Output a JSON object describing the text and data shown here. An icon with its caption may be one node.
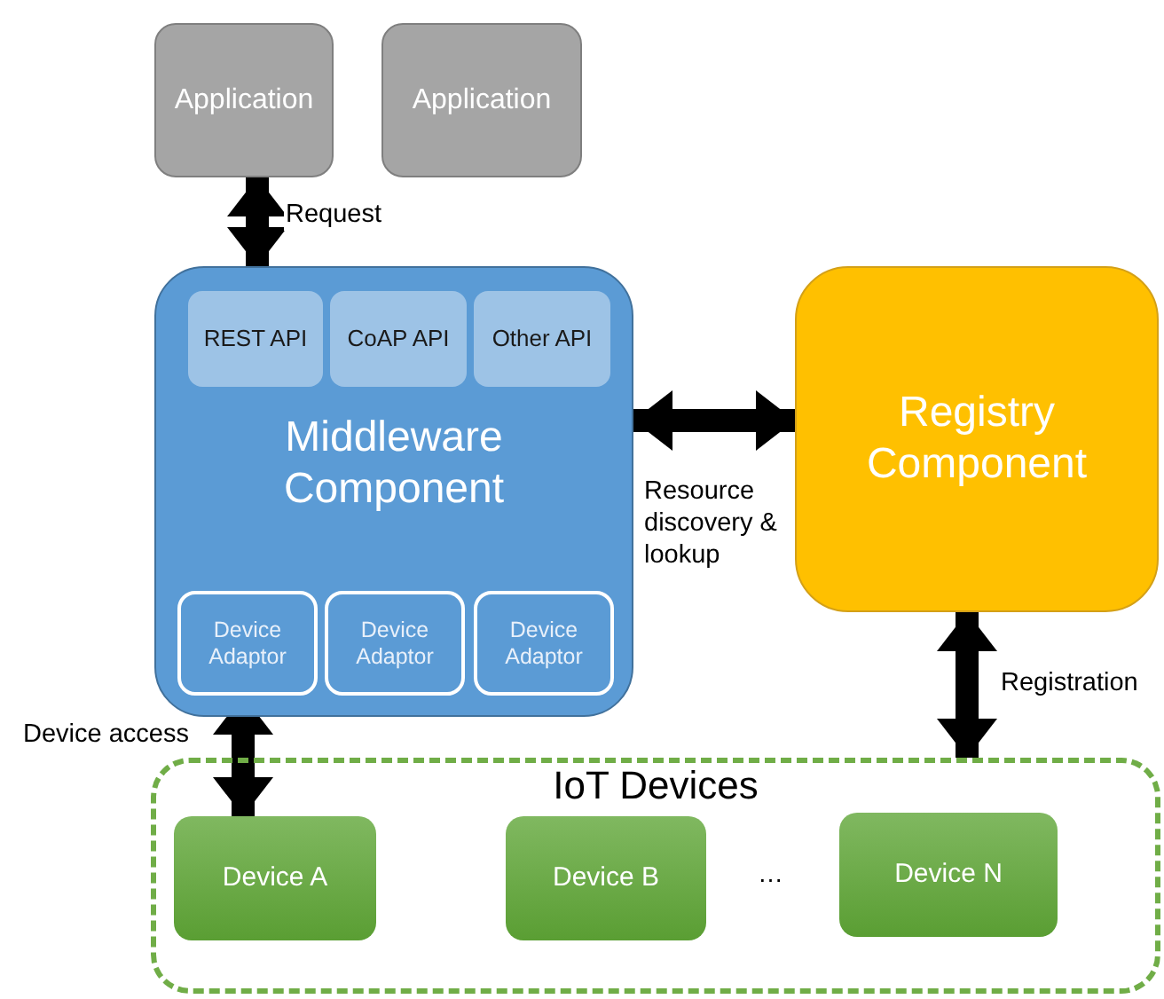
{
  "diagram": {
    "nodes": [
      {
        "text": [
          "Application"
        ]
      },
      {
        "text": [
          "Application"
        ]
      },
      {
        "text": [
          "Middleware Component"
        ]
      },
      {
        "text": [
          "REST API"
        ],
        "in": 2
      },
      {
        "text": [
          "CoAP API"
        ],
        "in": 2
      },
      {
        "text": [
          "Other API"
        ],
        "in": 2
      },
      {
        "text": [
          "Device Adaptor"
        ],
        "in": 2
      },
      {
        "text": [
          "Device Adaptor"
        ],
        "in": 2
      },
      {
        "text": [
          "Device Adaptor"
        ],
        "in": 2
      },
      {
        "text": [
          "Registry Component"
        ]
      },
      {
        "text": [
          "IoT Devices"
        ]
      },
      {
        "text": [
          "Device A"
        ],
        "in": 10
      },
      {
        "text": [
          "Device B"
        ],
        "in": 10
      },
      {
        "text": [
          "Device N"
        ],
        "in": 10
      }
    ],
    "edges": [
      {
        "from": 0,
        "to": 2,
        "arrow": "both",
        "label": "Request"
      },
      {
        "from": 2,
        "to": 9,
        "arrow": "both",
        "label": "Resource discovery & lookup"
      },
      {
        "from": 6,
        "to": 11,
        "arrow": "both",
        "label": "Device access"
      },
      {
        "from": 9,
        "to": 10,
        "arrow": "both",
        "label": "Registration"
      }
    ],
    "labels": [
      "…"
    ]
  }
}
